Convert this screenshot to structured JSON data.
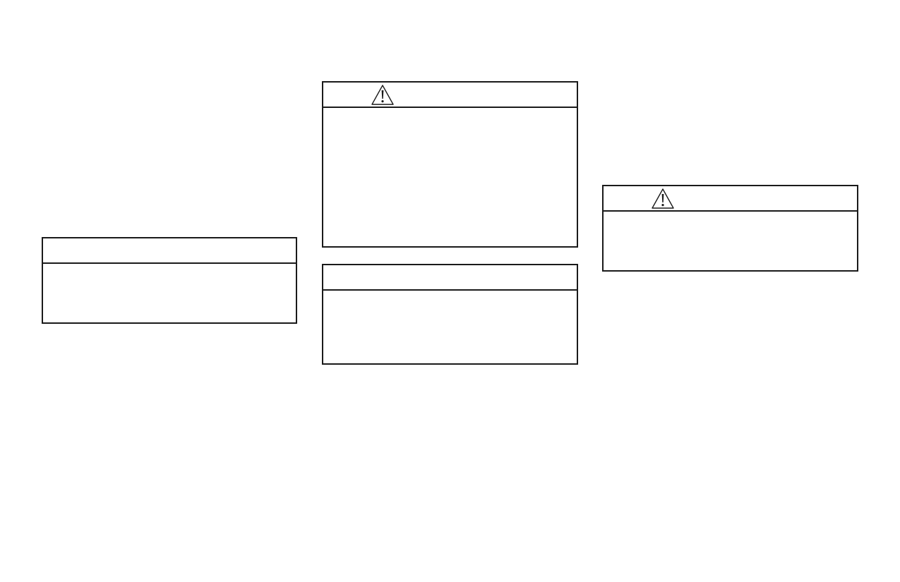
{
  "boxes": [
    {
      "id": "caution-box-left",
      "icon": null
    },
    {
      "id": "warning-box-middle-top",
      "icon": "warning-triangle-icon"
    },
    {
      "id": "caution-box-middle-bottom",
      "icon": null
    },
    {
      "id": "warning-box-right",
      "icon": "warning-triangle-icon"
    }
  ],
  "colors": {
    "border": "#1a1a1a",
    "background": "#ffffff"
  }
}
